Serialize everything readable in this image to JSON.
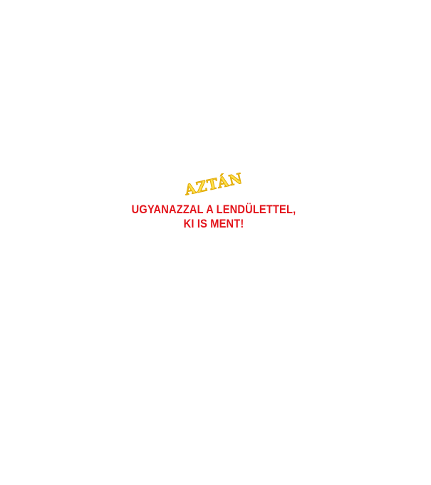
{
  "caption": {
    "accent_word": "AZTÁN",
    "lines": [
      "UGYANAZZAL A LENDÜLETTEL,",
      "KI IS MENT!"
    ]
  },
  "colors": {
    "background": "#ffffff",
    "accent_fill": "#ffe14a",
    "accent_outline": "#e0a800",
    "caption_text": "#e3141b"
  }
}
